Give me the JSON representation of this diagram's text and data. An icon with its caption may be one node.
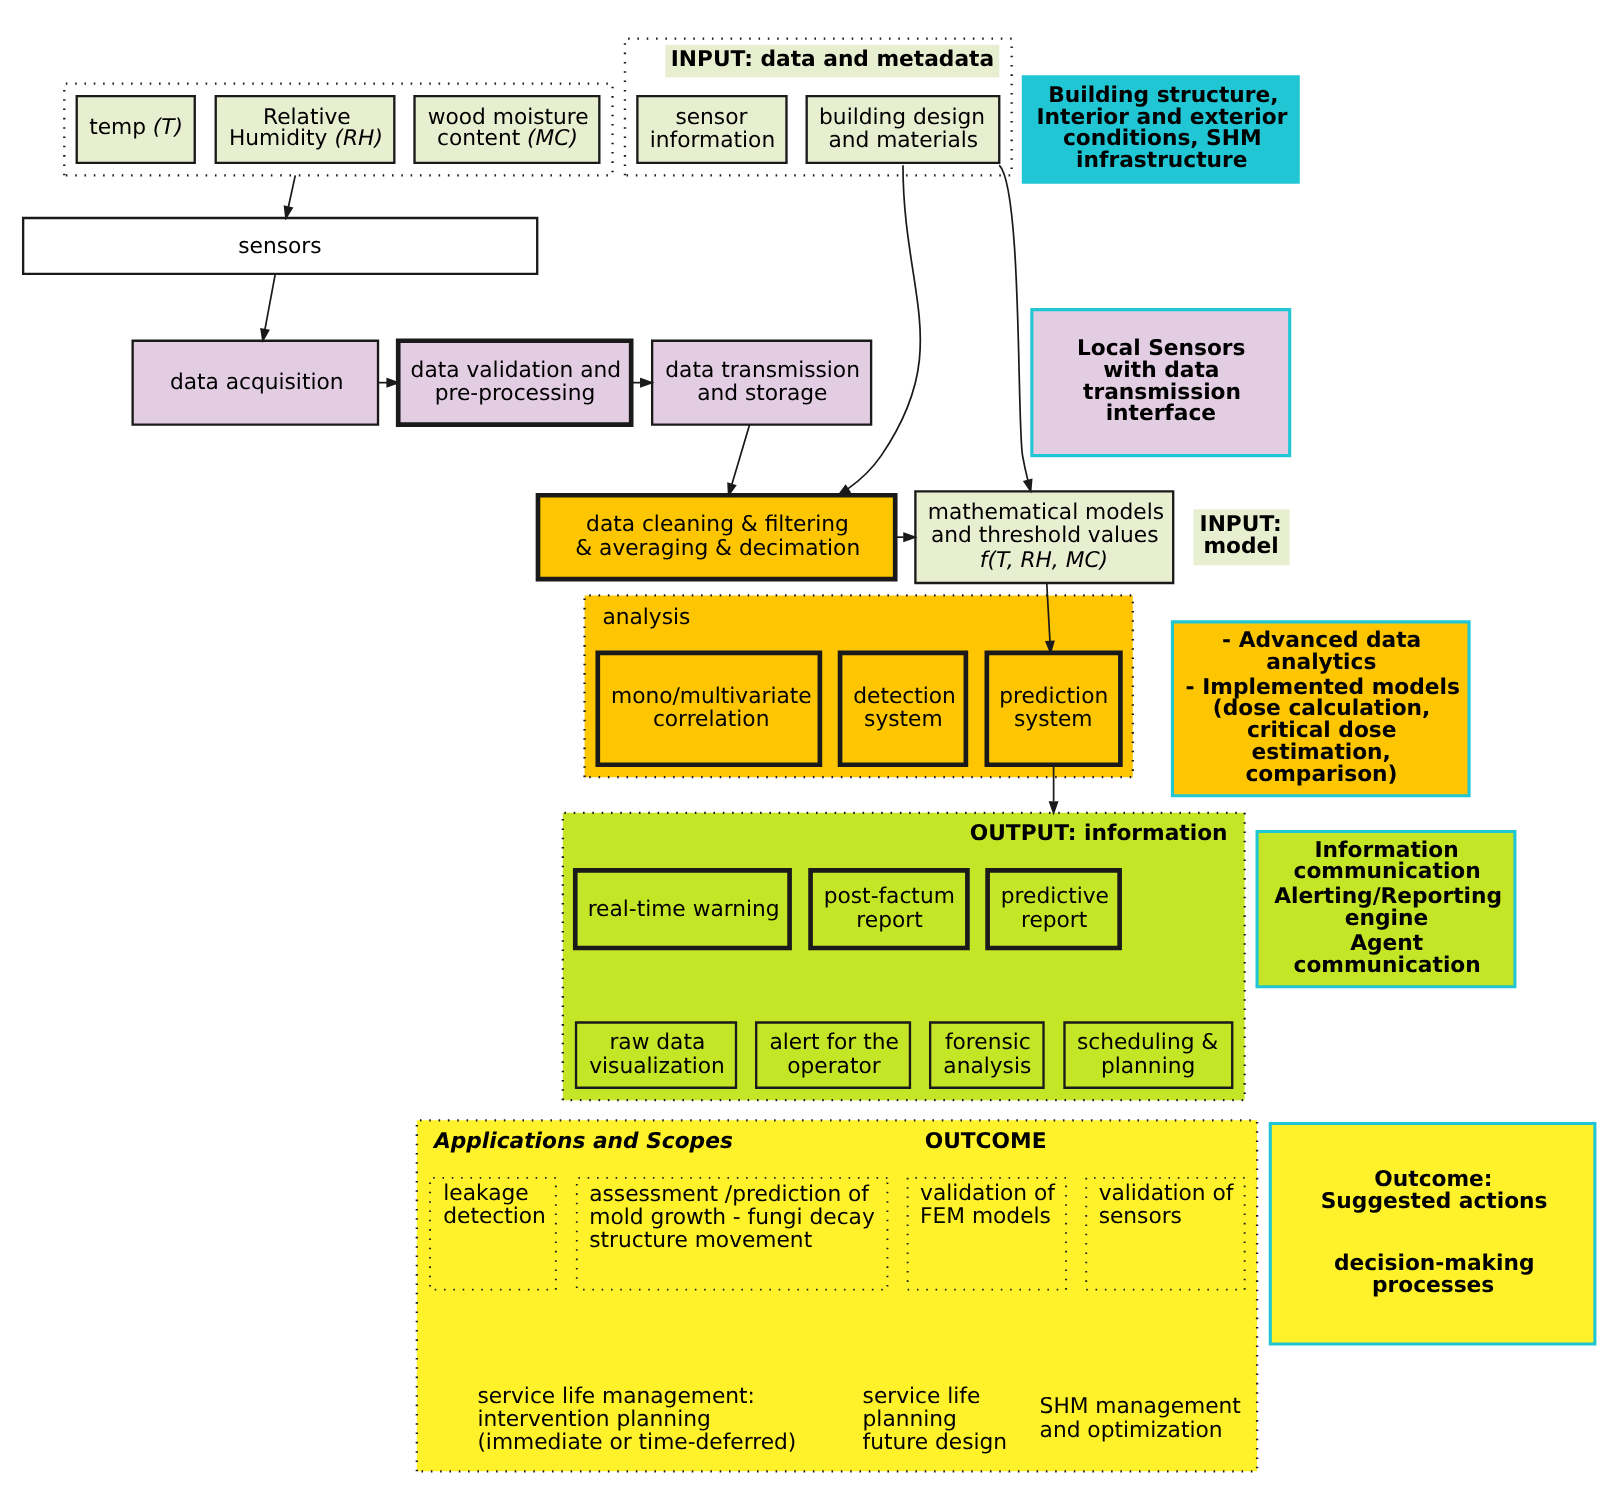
{
  "diagram": {
    "nodes": [
      {
        "text": [],
        "shape": "box"
      },
      {
        "text": [
          "temp *(T)*"
        ],
        "in": 0
      },
      {
        "text": [
          "Relative Humidity *(RH)*"
        ],
        "in": 0
      },
      {
        "text": [
          "wood moisture content *(MC)*"
        ],
        "in": 0
      },
      {
        "text": [
          "INPUT: data and metadata"
        ]
      },
      {
        "text": [
          "sensor information"
        ],
        "in": 4
      },
      {
        "text": [
          "building design and materials"
        ],
        "in": 4
      },
      {
        "text": [
          "sensors"
        ]
      },
      {
        "text": [
          "data acquisition"
        ]
      },
      {
        "text": [
          "data validation and pre-processing"
        ]
      },
      {
        "text": [
          "data transmission and storage"
        ]
      },
      {
        "text": [
          "data cleaning & filtering & averaging & decimation"
        ]
      },
      {
        "text": [
          "mathematical models and threshold values",
          "f(T, RH, MC)"
        ],
        "beside": [
          "INPUT: model"
        ]
      },
      {
        "text": [
          "analysis"
        ]
      },
      {
        "text": [
          "mono/multivariate correlation"
        ],
        "in": 13
      },
      {
        "text": [
          "detection system"
        ],
        "in": 13
      },
      {
        "text": [
          "prediction system"
        ],
        "in": 13
      },
      {
        "text": [
          "OUTPUT: information"
        ]
      },
      {
        "text": [
          "real-time warning"
        ],
        "in": 17
      },
      {
        "text": [
          "post-factum report"
        ],
        "in": 17
      },
      {
        "text": [
          "predictive report"
        ],
        "in": 17
      },
      {
        "text": [
          "raw data visualization"
        ],
        "in": 17
      },
      {
        "text": [
          "alert for the operator"
        ],
        "in": 17
      },
      {
        "text": [
          "forensic analysis"
        ],
        "in": 17
      },
      {
        "text": [
          "scheduling & planning"
        ],
        "in": 17
      },
      {
        "text": [
          "Applications and Scopes",
          "OUTCOME"
        ]
      },
      {
        "text": [
          "leakage detection"
        ],
        "in": 25
      },
      {
        "text": [
          "assessment /prediction of mold growth - fungi decay structure movement"
        ],
        "in": 25
      },
      {
        "text": [
          "validation of FEM models"
        ],
        "in": 25
      },
      {
        "text": [
          "validation of sensors"
        ],
        "in": 25
      },
      {
        "text": [
          "Building structure, Interior and exterior conditions, SHM infrastructure"
        ]
      },
      {
        "text": [
          "Local Sensors with data transmission interface"
        ]
      },
      {
        "text": [
          "- Advanced data analytics",
          "- Implemented models (dose calculation, critical dose estimation, comparison)"
        ]
      },
      {
        "text": [
          "Information communication",
          "Alerting/Reporting engine",
          "Agent communication"
        ]
      },
      {
        "text": [
          "Outcome: Suggested actions",
          "decision-making processes"
        ]
      }
    ],
    "edges": [
      {
        "from": 0,
        "to": 7,
        "arrow": "to"
      },
      {
        "from": 7,
        "to": 8,
        "arrow": "to"
      },
      {
        "from": 8,
        "to": 9,
        "arrow": "to"
      },
      {
        "from": 9,
        "to": 10,
        "arrow": "to"
      },
      {
        "from": 10,
        "to": 11,
        "arrow": "to"
      },
      {
        "from": 6,
        "to": 11,
        "arrow": "to"
      },
      {
        "from": 6,
        "to": 12,
        "arrow": "to"
      },
      {
        "from": 11,
        "to": 12,
        "arrow": "to"
      },
      {
        "from": 12,
        "to": 16,
        "arrow": "to"
      },
      {
        "from": 16,
        "to": 17,
        "arrow": "to"
      }
    ],
    "labels": [
      "service life management: intervention planning (immediate or time-deferred)",
      "service life planning future design",
      "SHM management and optimization"
    ]
  }
}
